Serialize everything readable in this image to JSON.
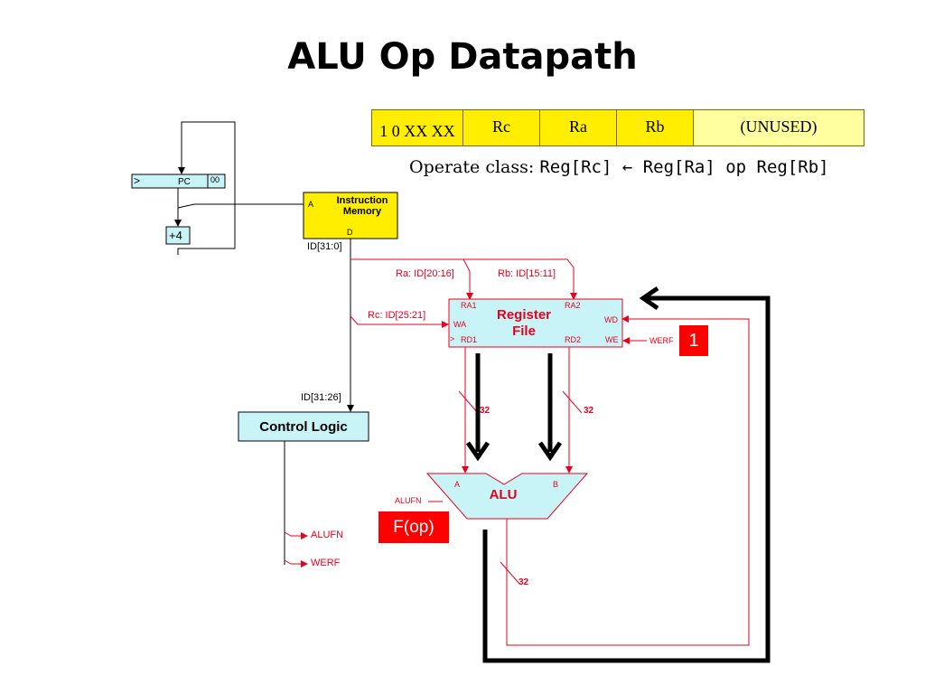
{
  "title": "ALU Op Datapath",
  "instruction_format": {
    "opcode": "1 0 XX XX",
    "rc": "Rc",
    "ra": "Ra",
    "rb": "Rb",
    "unused": "(UNUSED)"
  },
  "formula": {
    "prefix": "Operate class: ",
    "expression": "Reg[Rc] ← Reg[Ra] op Reg[Rb]"
  },
  "pc": {
    "clock": ">",
    "label": "PC",
    "low_bits": "00",
    "increment": "+4"
  },
  "instruction_memory": {
    "title": "Instruction Memory",
    "port_a": "A",
    "port_d": "D"
  },
  "signals": {
    "id_full": "ID[31:0]",
    "id_opcode": "ID[31:26]",
    "ra_field": "Ra: ID[20:16]",
    "rb_field": "Rb: ID[15:11]",
    "rc_field": "Rc: ID[25:21]",
    "werf_in": "WERF",
    "bus_a_width": "32",
    "bus_b_width": "32",
    "bus_out_width": "32",
    "alufn_in": "ALUFN"
  },
  "register_file": {
    "title_line1": "Register",
    "title_line2": "File",
    "ra1": "RA1",
    "ra2": "RA2",
    "wa": "WA",
    "wd": "WD",
    "clock": ">",
    "rd1": "RD1",
    "rd2": "RD2",
    "we": "WE"
  },
  "control_logic": {
    "title": "Control Logic",
    "outputs": [
      "ALUFN",
      "WERF"
    ]
  },
  "alu": {
    "title": "ALU",
    "port_a": "A",
    "port_b": "B"
  },
  "badges": {
    "werf_value": "1",
    "alufn_value": "F(op)"
  },
  "colors": {
    "field_yellow": "#ffee00",
    "unused_yellow": "#ffffa0",
    "memory_yellow": "#ffee00",
    "block_cyan": "#c8f4f8",
    "wire_red": "#e8001c",
    "badge_red": "#ff0000"
  }
}
